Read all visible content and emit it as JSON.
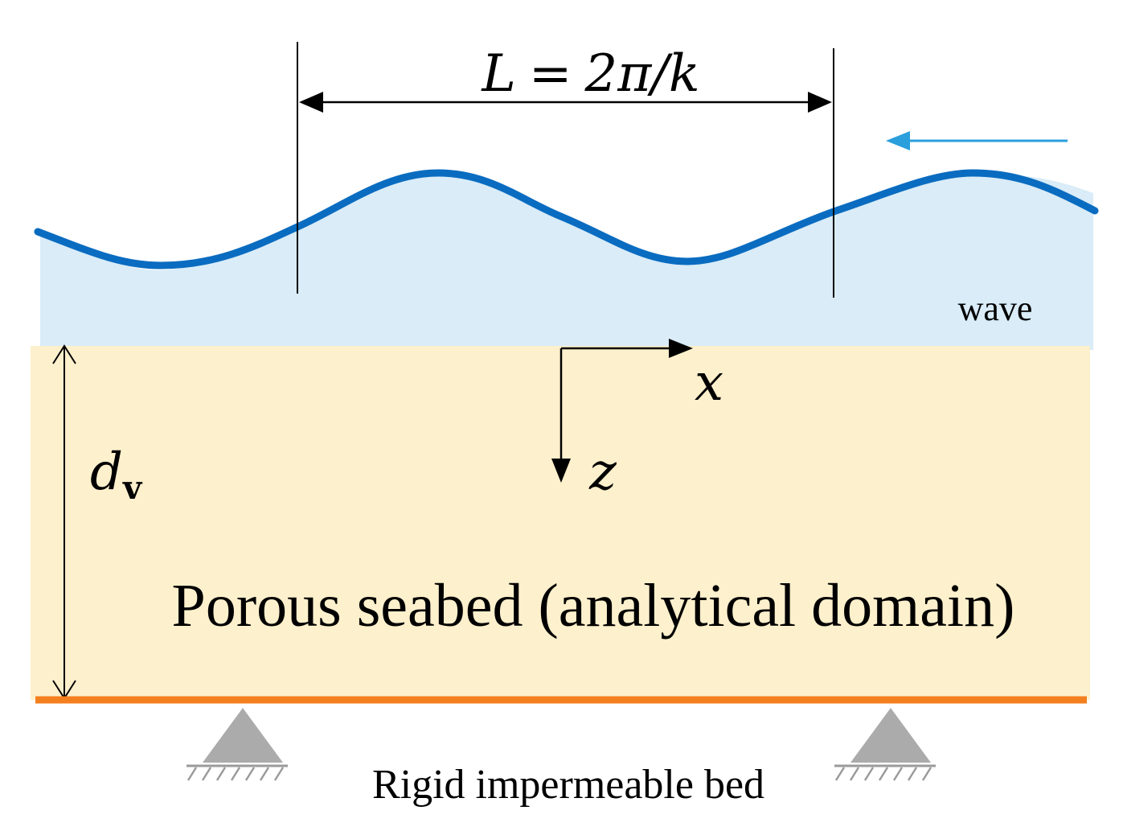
{
  "labels": {
    "wavelength_lhs": "L",
    "wavelength_eq": "=",
    "wavelength_rhs": "2π/k",
    "wave": "wave",
    "x_axis": "x",
    "z_axis": "z",
    "depth_symbol": "d",
    "depth_subscript": "v",
    "seabed": "Porous seabed (analytical domain)",
    "bed": "Rigid impermeable bed"
  },
  "colors": {
    "water_fill": "#d9ecf8",
    "wave_line": "#0a6cc0",
    "seabed_fill": "#fdf0cc",
    "bed_line": "#f47f1f",
    "support_fill": "#ababab",
    "direction_arrow": "#2a9fdc",
    "ink": "#000000"
  },
  "icons": {
    "direction_arrow": "arrow-left-icon",
    "supports": "triangle-support-icon"
  }
}
